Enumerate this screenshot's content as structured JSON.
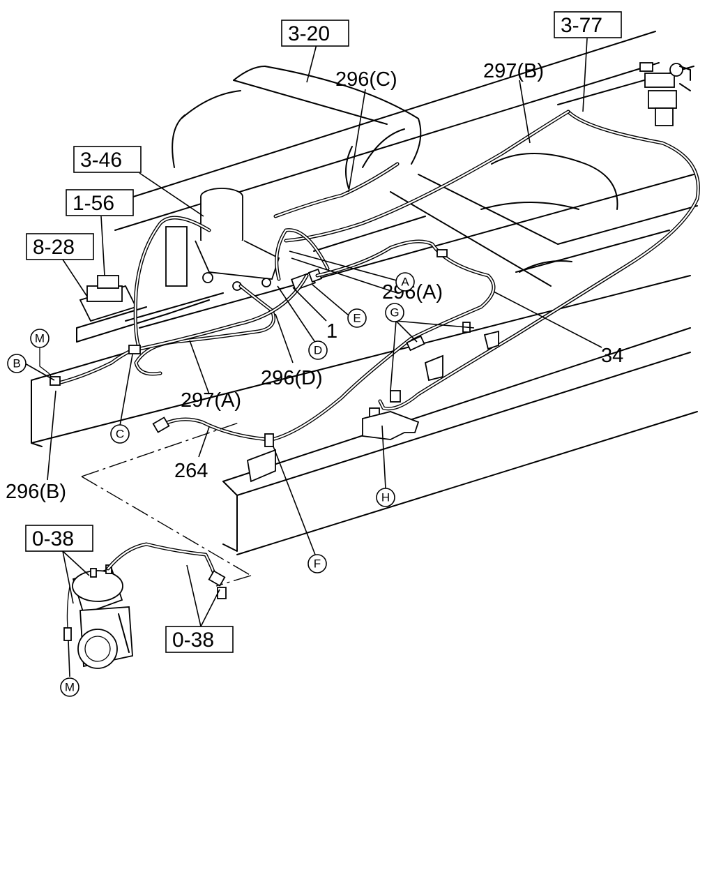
{
  "reference_boxes": [
    {
      "id": "ref-3-20",
      "text": "3-20"
    },
    {
      "id": "ref-3-77",
      "text": "3-77"
    },
    {
      "id": "ref-3-46",
      "text": "3-46"
    },
    {
      "id": "ref-1-56",
      "text": "1-56"
    },
    {
      "id": "ref-8-28",
      "text": "8-28"
    },
    {
      "id": "ref-0-38-top",
      "text": "0-38"
    },
    {
      "id": "ref-0-38-bottom",
      "text": "0-38"
    }
  ],
  "part_labels": [
    {
      "id": "part-296c",
      "text": "296(C)"
    },
    {
      "id": "part-297b",
      "text": "297(B)"
    },
    {
      "id": "part-296a",
      "text": "296(A)"
    },
    {
      "id": "part-1",
      "text": "1"
    },
    {
      "id": "part-34",
      "text": "34"
    },
    {
      "id": "part-296d",
      "text": "296(D)"
    },
    {
      "id": "part-297a",
      "text": "297(A)"
    },
    {
      "id": "part-264",
      "text": "264"
    },
    {
      "id": "part-296b",
      "text": "296(B)"
    }
  ],
  "connection_markers": {
    "A": "A",
    "B": "B",
    "C": "C",
    "D": "D",
    "E": "E",
    "F": "F",
    "G": "G",
    "H": "H",
    "M_top": "M",
    "M_bottom": "M"
  }
}
